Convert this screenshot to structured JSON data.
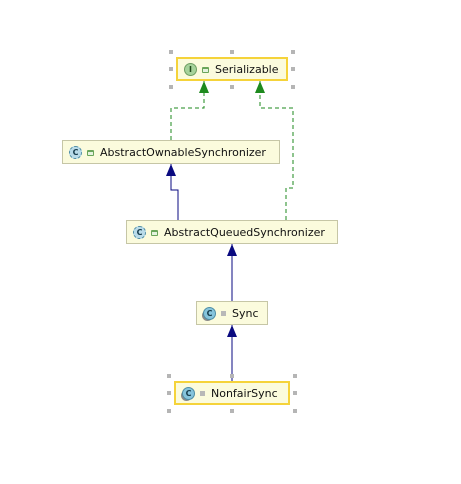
{
  "diagram": {
    "nodes": [
      {
        "id": "serializable",
        "label": "Serializable",
        "kind": "interface",
        "kind_letter": "I",
        "visibility": "public",
        "selected": true
      },
      {
        "id": "aos",
        "label": "AbstractOwnableSynchronizer",
        "kind": "abstract",
        "kind_letter": "C",
        "visibility": "public",
        "selected": false
      },
      {
        "id": "aqs",
        "label": "AbstractQueuedSynchronizer",
        "kind": "abstract",
        "kind_letter": "C",
        "visibility": "public",
        "selected": false
      },
      {
        "id": "sync",
        "label": "Sync",
        "kind": "mixed",
        "kind_letter": "C",
        "visibility": "package",
        "selected": false
      },
      {
        "id": "nonfair",
        "label": "NonfairSync",
        "kind": "class",
        "kind_letter": "C",
        "visibility": "package",
        "selected": true
      }
    ],
    "edges": [
      {
        "from": "aos",
        "to": "serializable",
        "type": "implements"
      },
      {
        "from": "aqs",
        "to": "serializable",
        "type": "implements"
      },
      {
        "from": "aqs",
        "to": "aos",
        "type": "extends"
      },
      {
        "from": "sync",
        "to": "aqs",
        "type": "extends"
      },
      {
        "from": "nonfair",
        "to": "sync",
        "type": "extends"
      }
    ],
    "colors": {
      "implements": "#1e8a1e",
      "extends": "#0a0a80",
      "node_fill": "#fbfbdd",
      "selection": "#f5d33a"
    }
  }
}
